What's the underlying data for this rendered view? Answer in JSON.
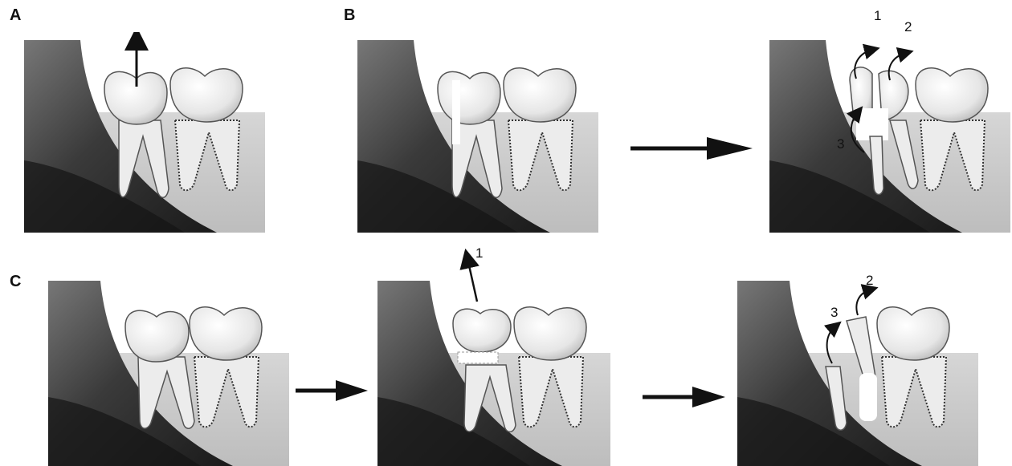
{
  "labels": {
    "panel_a": "A",
    "panel_b": "B",
    "panel_c": "C"
  },
  "steps": {
    "b_1": "1",
    "b_2": "2",
    "b_3": "3",
    "c_1": "1",
    "c_2": "2",
    "c_3": "3"
  },
  "colors": {
    "bone_dark": "#2a2a2a",
    "bone_mid": "#8a8a8a",
    "gum": "#cfcfcf",
    "tooth_fill": "#f2f2f2",
    "ink": "#111111"
  }
}
